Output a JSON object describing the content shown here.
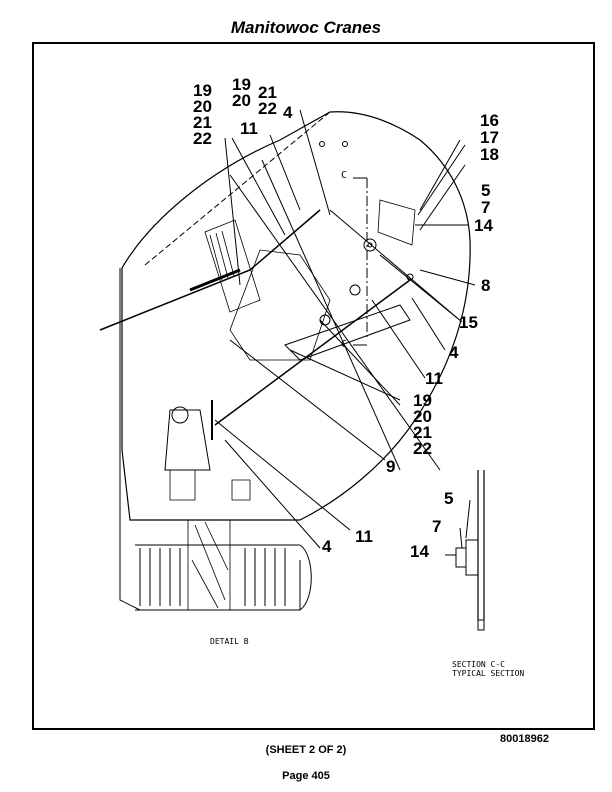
{
  "header": {
    "title": "Manitowoc Cranes"
  },
  "callouts": {
    "c19a": "19",
    "c20a": "20",
    "c21a": "21",
    "c22a": "22",
    "c19b": "19",
    "c20b": "20",
    "c21b": "21",
    "c22b": "22",
    "c11a": "11",
    "c4a": "4",
    "c16": "16",
    "c17": "17",
    "c18": "18",
    "c5a": "5",
    "c7a": "7",
    "c14a": "14",
    "c8": "8",
    "c15": "15",
    "c4b": "4",
    "c11b": "11",
    "c19c": "19",
    "c20c": "20",
    "c21c": "21",
    "c22c": "22",
    "c9": "9",
    "c11c": "11",
    "c4c": "4",
    "c5b": "5",
    "c7b": "7",
    "c14b": "14"
  },
  "labels": {
    "detail": "DETAIL B",
    "section": "SECTION C-C",
    "typical": "TYPICAL SECTION",
    "cutmark": "C"
  },
  "footer": {
    "doc_number": "80018962",
    "sheet": "(SHEET 2 OF 2)",
    "page": "Page 405"
  }
}
